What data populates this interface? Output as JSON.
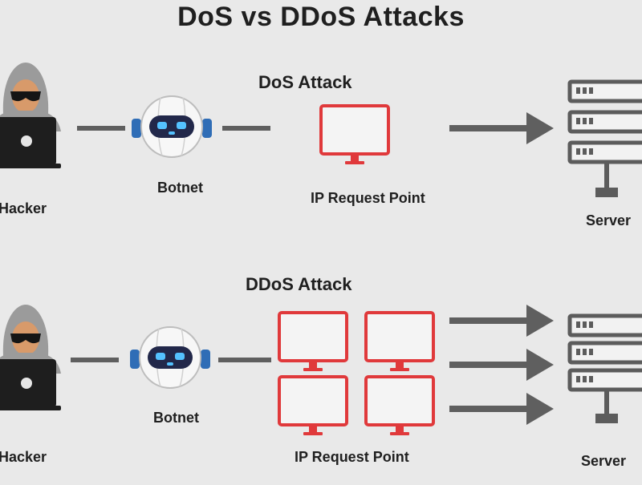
{
  "title": "DoS vs DDoS Attacks",
  "colors": {
    "background": "#e9e9e9",
    "monitor": "#e0393b",
    "dark": "#1e1e1e",
    "connector": "#5f5f5f",
    "server": "#5c5c5c",
    "hood": "#9b9b9b",
    "skin": "#d89a6a",
    "robot_blue": "#2f6db6"
  },
  "dos": {
    "heading": "DoS Attack",
    "hacker_label": "Hacker",
    "botnet_label": "Botnet",
    "request_label": "IP Request Point",
    "server_label": "Server"
  },
  "ddos": {
    "heading": "DDoS Attack",
    "hacker_label": "Hacker",
    "botnet_label": "Botnet",
    "request_label": "IP Request Point",
    "server_label": "Server"
  },
  "icons": [
    "hacker-icon",
    "robot-botnet-icon",
    "monitor-icon",
    "arrow-icon",
    "server-rack-icon"
  ]
}
